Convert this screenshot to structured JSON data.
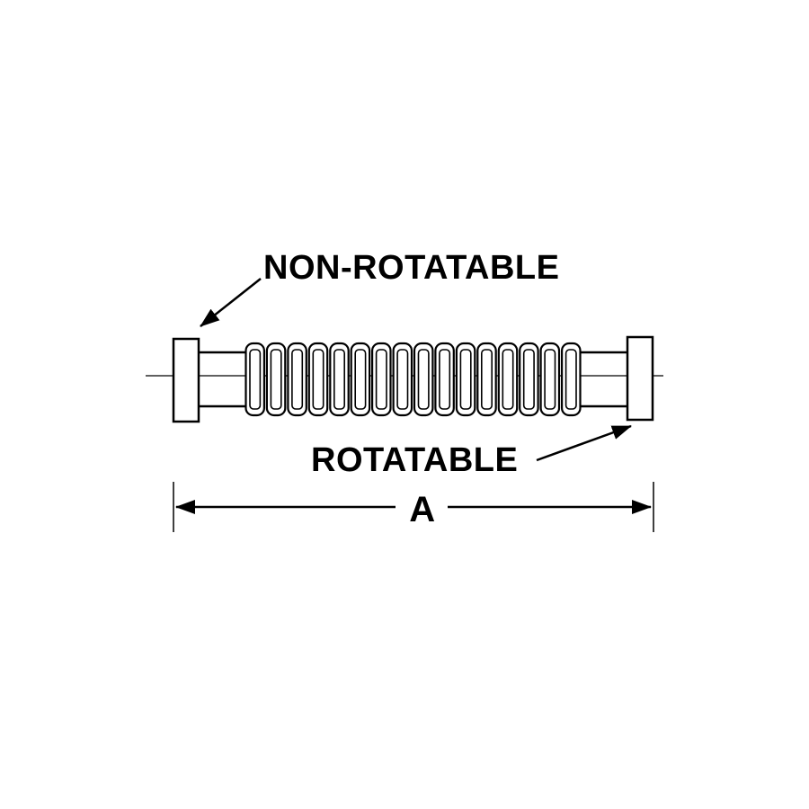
{
  "labels": {
    "non_rotatable": "NON-ROTATABLE",
    "rotatable": "ROTATABLE",
    "dimension": "A"
  },
  "colors": {
    "line": "#000000",
    "background": "#ffffff"
  }
}
